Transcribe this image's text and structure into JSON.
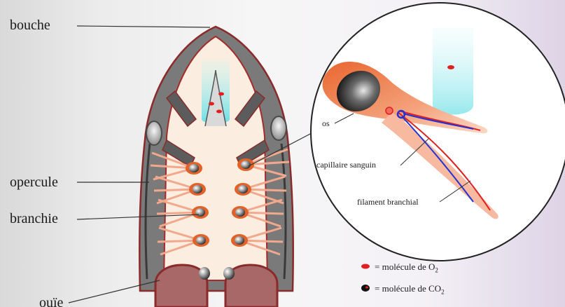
{
  "labels": {
    "bouche": "bouche",
    "opercule": "opercule",
    "branchie": "branchie",
    "ouie": "ouïe"
  },
  "zoom": {
    "os": "os",
    "capillaire": "capillaire sanguin",
    "filament": "filament branchial"
  },
  "legend": {
    "o2": {
      "prefix": "= molécule de O",
      "subscript": "2",
      "color": "#e0201f"
    },
    "co2": {
      "prefix": "= molécule de CO",
      "subscript": "2",
      "color": "#111111"
    }
  },
  "colors": {
    "head_outline": "#a52a2a",
    "head_fill": "#fbeee0",
    "bone": "#6d6d6d",
    "gill": "#e2622a",
    "water": "#8fe6ea",
    "capillary_red": "#e01f1f",
    "capillary_blue": "#2233d6"
  }
}
